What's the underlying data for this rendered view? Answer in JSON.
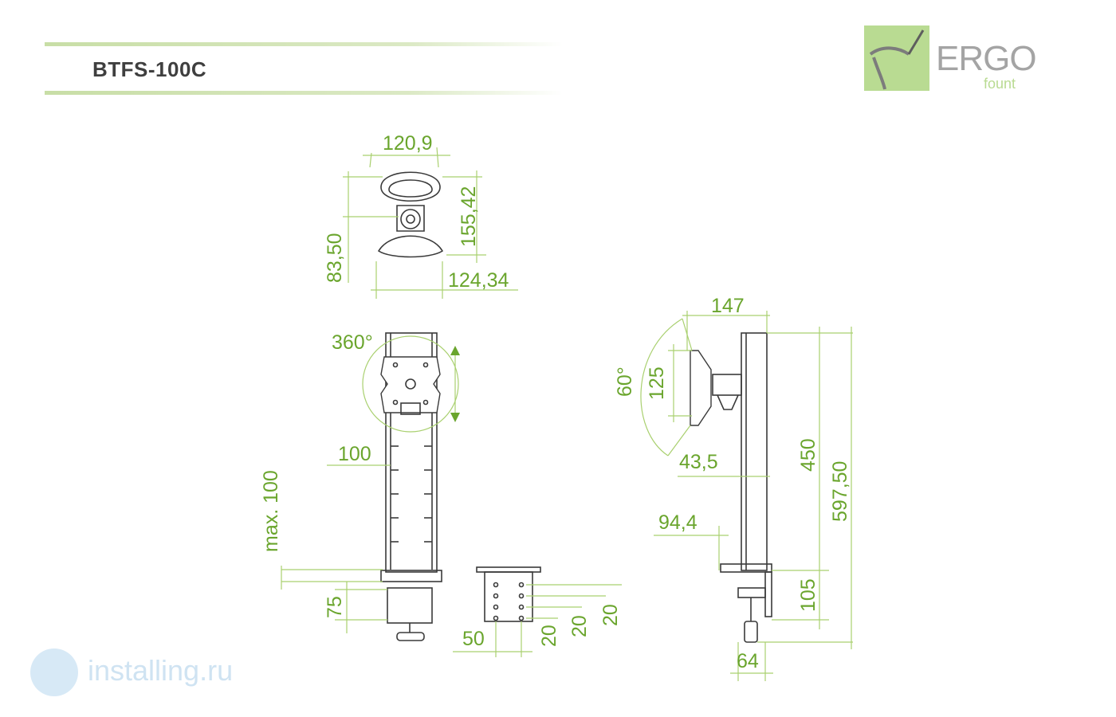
{
  "header": {
    "model": "BTFS-100C"
  },
  "logo": {
    "word": "ERGO",
    "sub": "fount"
  },
  "watermark": {
    "text": "installing.ru"
  },
  "colors": {
    "dimension": "#6aa52d",
    "dimension_line": "#a9d06f",
    "drawing": "#3a3a3a",
    "logo_green": "#b9db92"
  },
  "top_view": {
    "width": "120,9",
    "depth": "155,42",
    "height": "83,50",
    "base_width": "124,34"
  },
  "front_view": {
    "rotation": "360°",
    "pole_width": "100",
    "max_clamp": "max. 100",
    "clamp_height": "75"
  },
  "bracket_view": {
    "width": "50",
    "hole_spacing_1": "20",
    "hole_spacing_2": "20",
    "hole_spacing_3": "20"
  },
  "side_view": {
    "arm_reach": "147",
    "tilt": "60°",
    "plate": "125",
    "offset_1": "43,5",
    "offset_2": "94,4",
    "pole_height": "450",
    "total_height": "597,50",
    "clamp_height": "105",
    "base_width": "64"
  }
}
